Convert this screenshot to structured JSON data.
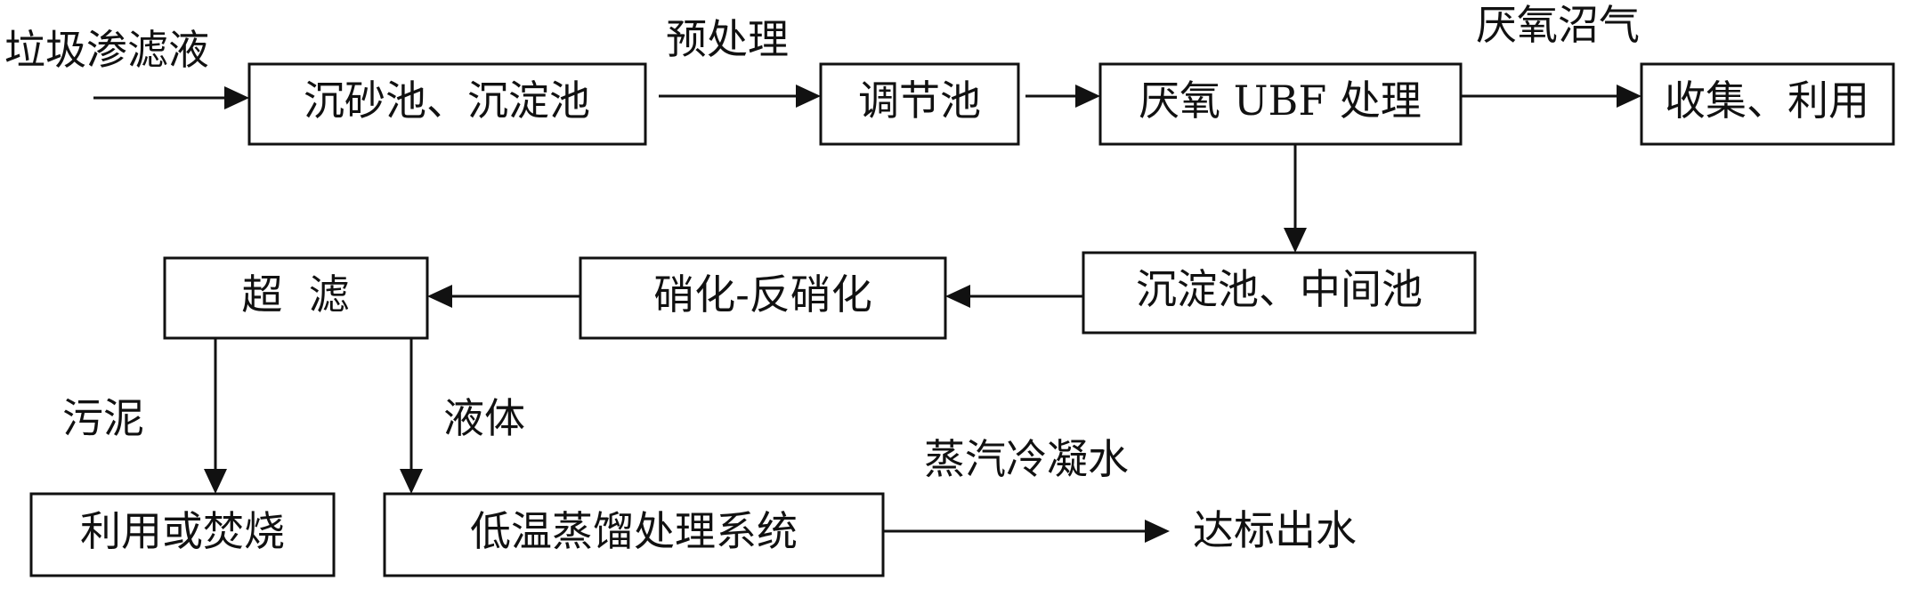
{
  "nodes": {
    "sand_settling": "沉砂池、沉淀池",
    "regulating_tank": "调节池",
    "anaerobic_ubf": "厌氧 UBF 处理",
    "collect_use": "收集、利用",
    "settling_intermediate": "沉淀池、中间池",
    "nitrification": "硝化-反硝化",
    "ultrafiltration": "超  滤",
    "reuse_incinerate": "利用或焚烧",
    "low_temp_distill": "低温蒸馏处理系统",
    "effluent": "达标出水"
  },
  "labels": {
    "input": "垃圾渗滤液",
    "pretreatment": "预处理",
    "biogas": "厌氧沼气",
    "sludge": "污泥",
    "liquid": "液体",
    "condensate": "蒸汽冷凝水"
  },
  "colors": {
    "line": "#111111",
    "background": "#ffffff"
  }
}
